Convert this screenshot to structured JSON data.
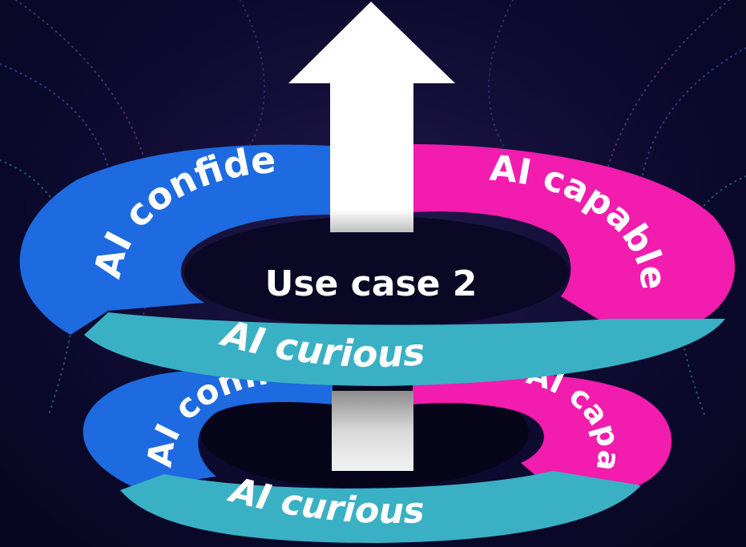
{
  "center_label": "Use case 2",
  "top_ring": {
    "confident": "AI confident",
    "capable": "AI capable",
    "curious": "AI curious"
  },
  "bottom_ring": {
    "confident": "AI confident",
    "capable": "AI capable",
    "curious": "AI curious"
  },
  "colors": {
    "background": "#0c0a30",
    "confident": "#1e6ae0",
    "capable": "#f21cae",
    "curious": "#3ab0c4",
    "arrow": "#ffffff"
  }
}
